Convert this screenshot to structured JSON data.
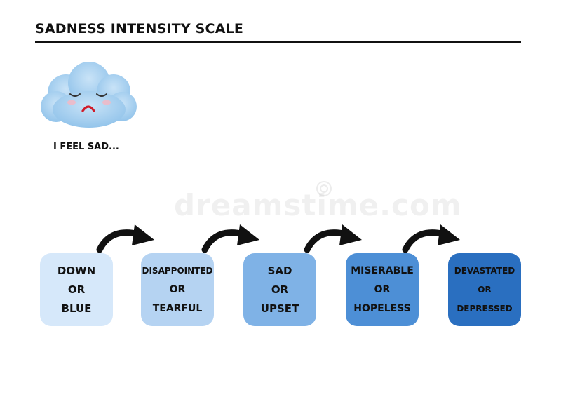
{
  "header": {
    "title": "SADNESS INTENSITY SCALE"
  },
  "mascot": {
    "icon": "sad-cloud-icon",
    "caption": "I FEEL SAD..."
  },
  "watermark": {
    "text": "dreamstime.com"
  },
  "scale": {
    "levels": [
      {
        "line1": "DOWN",
        "line2": "OR",
        "line3": "BLUE",
        "color": "#d6e8fa"
      },
      {
        "line1": "DISAPPOINTED",
        "line2": "OR",
        "line3": "TEARFUL",
        "color": "#b5d3f2"
      },
      {
        "line1": "SAD",
        "line2": "OR",
        "line3": "UPSET",
        "color": "#7fb2e6"
      },
      {
        "line1": "MISERABLE",
        "line2": "OR",
        "line3": "HOPELESS",
        "color": "#4d8fd6"
      },
      {
        "line1": "DEVASTATED",
        "line2": "OR",
        "line3": "DEPRESSED",
        "color": "#2a6fc0"
      }
    ],
    "arrow_icon": "curved-arrow-right-icon"
  }
}
